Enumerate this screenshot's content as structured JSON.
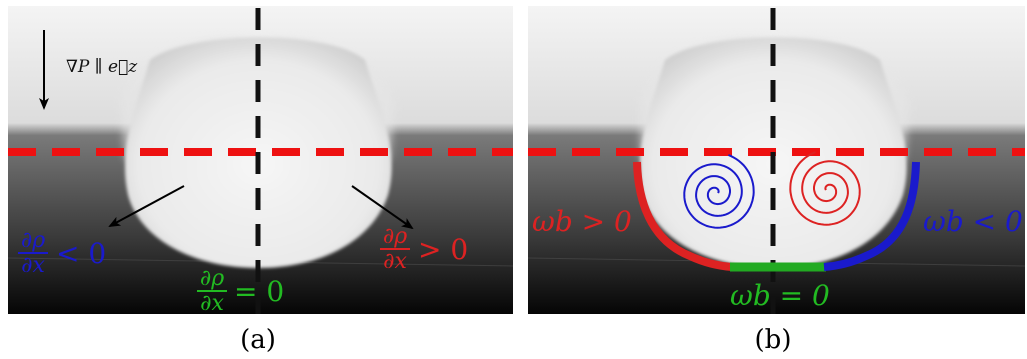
{
  "panels": [
    {
      "caption": "(a)",
      "gradient_label": "∇P ∥ e⃗z",
      "labels": {
        "left": {
          "num": "∂ρ",
          "den": "∂x",
          "rel": "< 0",
          "color": "#1a1acc"
        },
        "right": {
          "num": "∂ρ",
          "den": "∂x",
          "rel": "> 0",
          "color": "#dd2222"
        },
        "center": {
          "num": "∂ρ",
          "den": "∂x",
          "rel": "= 0",
          "color": "#22bb22"
        }
      }
    },
    {
      "caption": "(b)",
      "labels": {
        "left": {
          "text": "ωb > 0",
          "color": "#dd2222"
        },
        "right": {
          "text": "ωb < 0",
          "color": "#1a1acc"
        },
        "center": {
          "text": "ωb = 0",
          "color": "#22bb22"
        }
      },
      "vortices": [
        {
          "side": "left",
          "color": "#1a1acc"
        },
        {
          "side": "right",
          "color": "#dd2222"
        }
      ],
      "baroclinic_arc": {
        "positive": "#dd2222",
        "zero": "#22aa22",
        "negative": "#1a1acc"
      }
    }
  ],
  "colors": {
    "dashed_horizontal": "#ee1111",
    "dashed_vertical": "#111111"
  }
}
